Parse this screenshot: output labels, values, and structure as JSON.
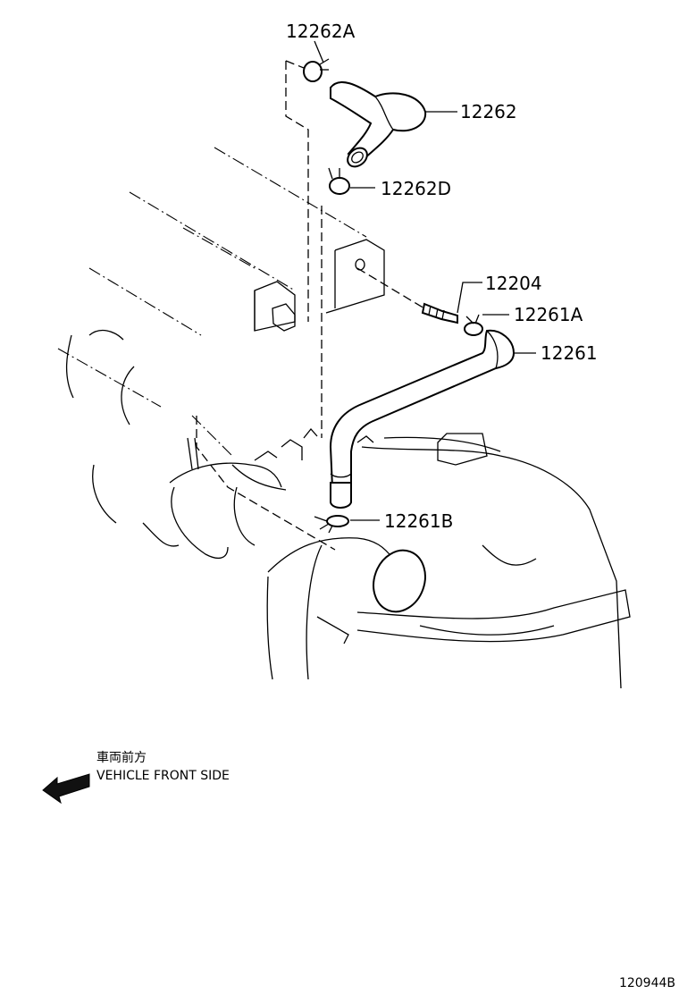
{
  "parts": [
    {
      "id": "p-12262A",
      "label": "12262A"
    },
    {
      "id": "p-12262",
      "label": "12262"
    },
    {
      "id": "p-12262D",
      "label": "12262D"
    },
    {
      "id": "p-12204",
      "label": "12204"
    },
    {
      "id": "p-12261A",
      "label": "12261A"
    },
    {
      "id": "p-12261",
      "label": "12261"
    },
    {
      "id": "p-12261B",
      "label": "12261B"
    }
  ],
  "direction": {
    "jp": "車両前方",
    "en": "VEHICLE FRONT SIDE",
    "icon": "arrow-left-icon"
  },
  "figure_code": "120944B"
}
